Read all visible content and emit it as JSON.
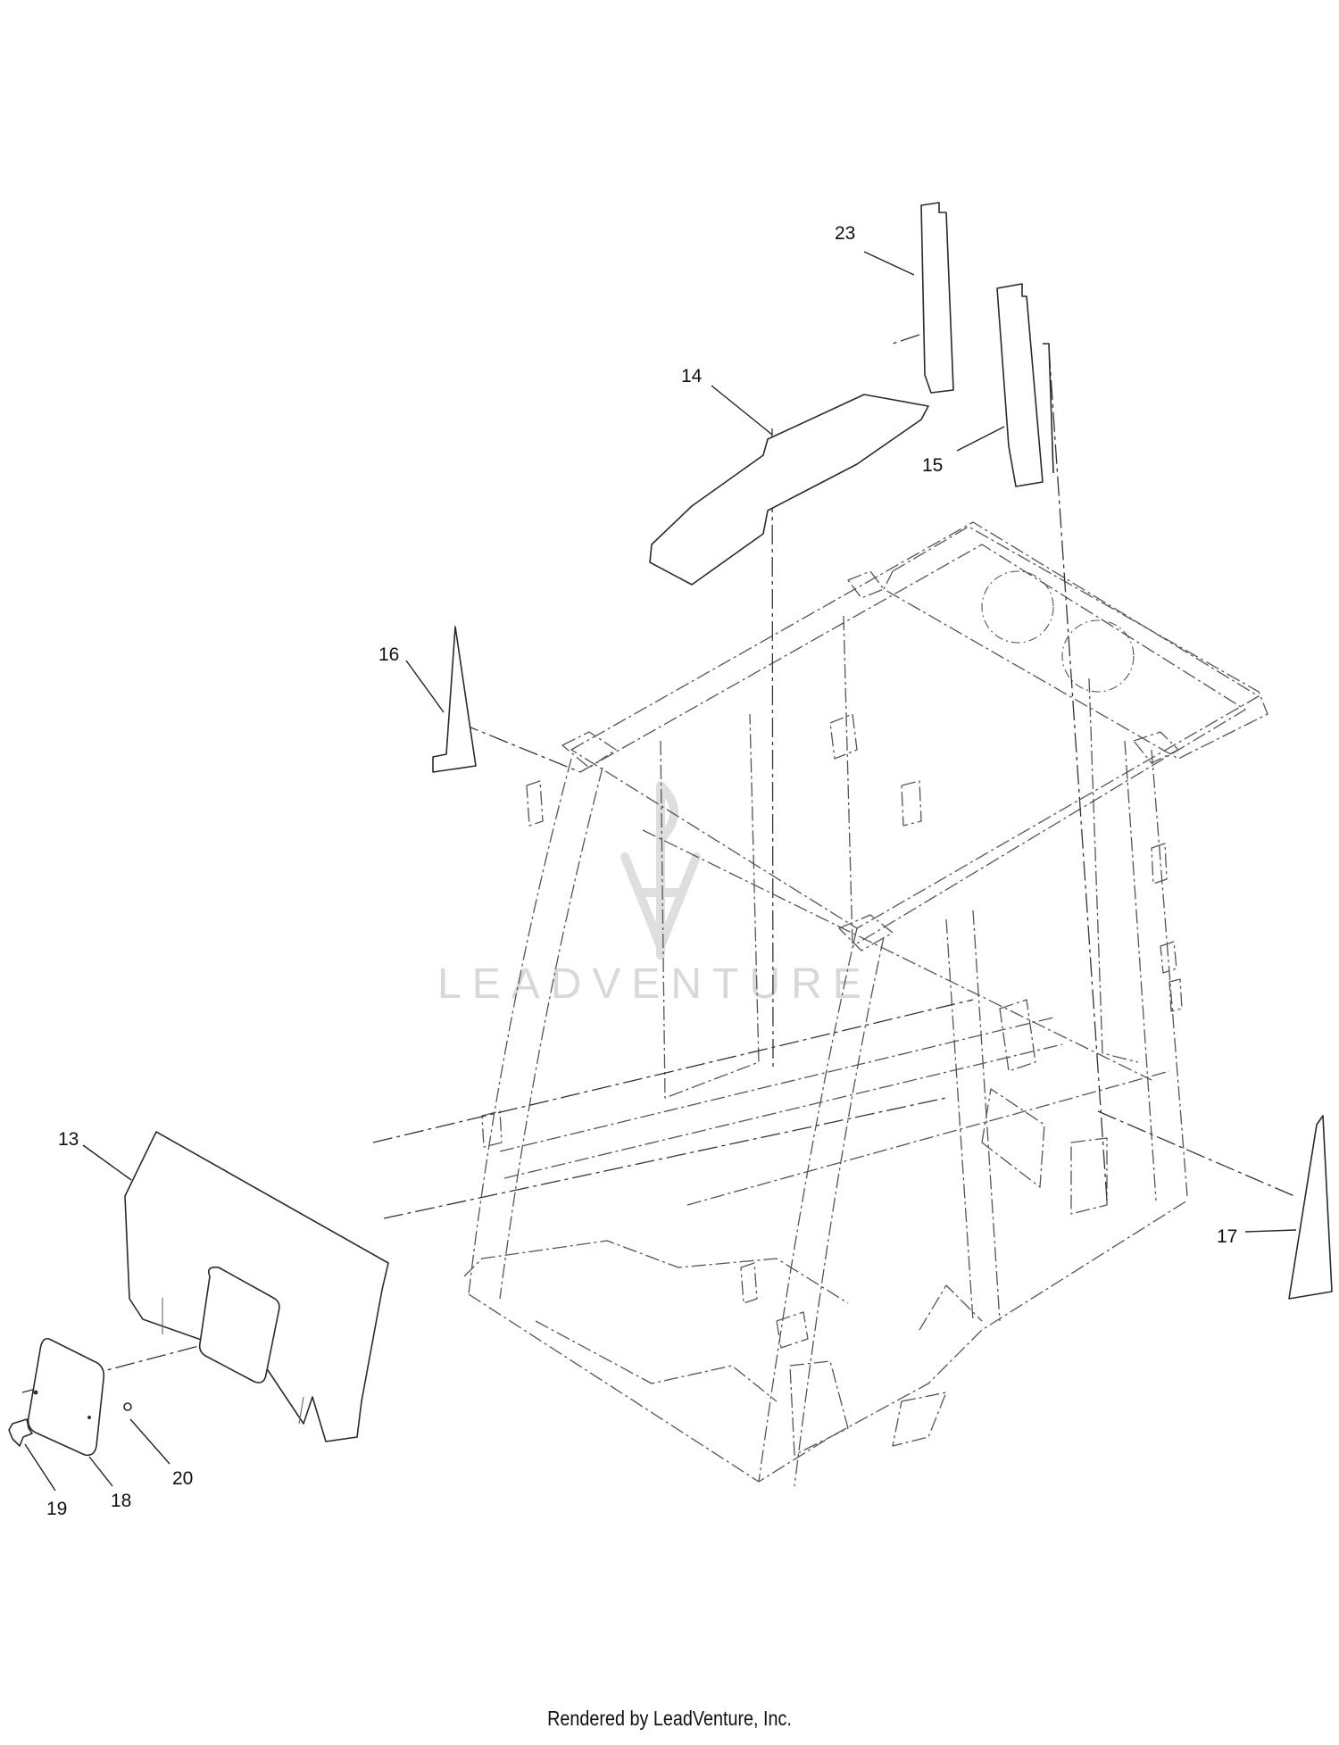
{
  "callouts": {
    "c13": "13",
    "c14": "14",
    "c15": "15",
    "c16": "16",
    "c17": "17",
    "c18": "18",
    "c19": "19",
    "c20": "20",
    "c23": "23"
  },
  "watermark": {
    "text": "LEADVENTURE",
    "color": "#d8d8d8"
  },
  "footer": {
    "text": "Rendered by LeadVenture, Inc."
  }
}
